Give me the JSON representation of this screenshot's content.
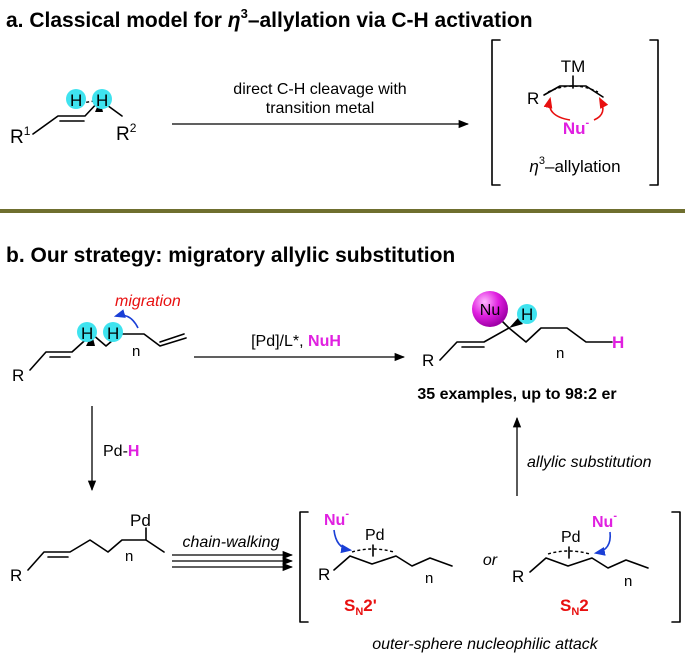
{
  "panel_a": {
    "label": "a.",
    "title_pre": "Classical model for ",
    "title_eta": "η",
    "title_sup": "3",
    "title_post": "–allylation via C-H activation",
    "arrow_line1": "direct C-H cleavage with",
    "arrow_line2": "transition metal",
    "substrate": {
      "h1": "H",
      "h2": "H",
      "r1": "R",
      "r1_sup": "1",
      "r2": "R",
      "r2_sup": "2"
    },
    "complex": {
      "tm": "TM",
      "r": "R",
      "nu": "Nu",
      "nu_sup": "-",
      "caption_eta": "η",
      "caption_sup": "3",
      "caption_post": "–allylation"
    }
  },
  "panel_b": {
    "label": "b.",
    "title": "Our strategy: migratory allylic substitution",
    "migration": "migration",
    "top_arrow_pre": "[Pd]/L*, ",
    "top_arrow_nuh": "NuH",
    "examples": "35 examples, up to 98:2 er",
    "pdh_pre": "Pd-",
    "pdh_h": "H",
    "chain_walking": "chain-walking",
    "allylic_substitution": "allylic substitution",
    "or": "or",
    "outer_sphere": "outer-sphere nucleophilic attack",
    "sn2prime": "S",
    "sn2prime_sub": "N",
    "sn2prime_post": "2'",
    "sn2": "S",
    "sn2_sub": "N",
    "sn2_post": "2",
    "pd": "Pd",
    "r": "R",
    "n": "n",
    "h": "H",
    "nu": "Nu",
    "nu_sup": "-"
  },
  "colors": {
    "divider": "#6f6f2f",
    "cyan": "#3fe3ef",
    "magenta": "#e020e0",
    "red": "#e81010",
    "blue": "#1a3fd6"
  }
}
